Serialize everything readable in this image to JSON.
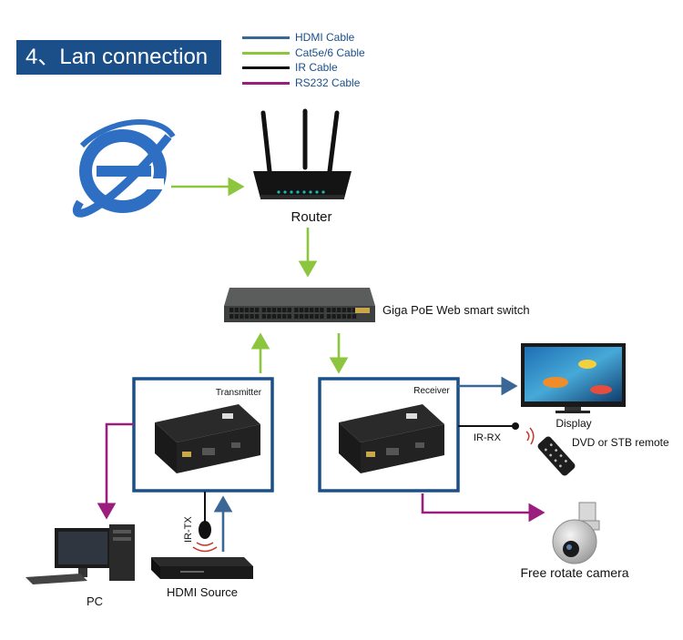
{
  "title": "4、Lan connection",
  "legend": [
    {
      "label": "HDMI Cable",
      "color": "#3a6795"
    },
    {
      "label": "Cat5e/6 Cable",
      "color": "#8cc63f"
    },
    {
      "label": "IR Cable",
      "color": "#111111"
    },
    {
      "label": "RS232 Cable",
      "color": "#9b1e7e"
    }
  ],
  "nodes": {
    "router": "Router",
    "switch": "Giga PoE Web smart switch",
    "transmitter": "Transmitter",
    "receiver": "Receiver",
    "display": "Display",
    "remote": "DVD or STB remote",
    "ir_rx": "IR-RX",
    "ir_tx": "IR-TX",
    "pc": "PC",
    "hdmi_source": "HDMI Source",
    "camera": "Free rotate camera"
  },
  "colors": {
    "title_bg": "#1b4f8a",
    "hdmi": "#3a6795",
    "cat": "#8cc63f",
    "ir": "#111111",
    "rs232": "#9b1e7e",
    "box_border": "#1b4f8a"
  }
}
